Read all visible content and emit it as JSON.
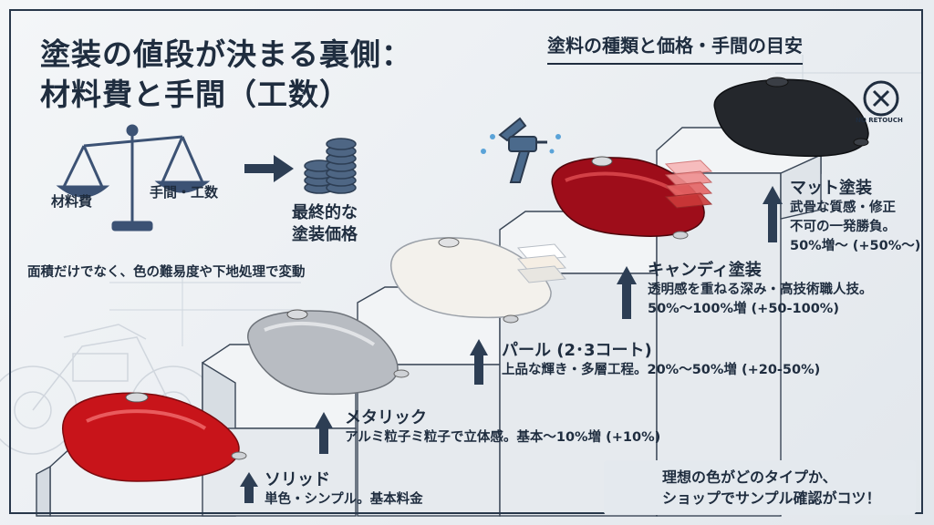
{
  "title": {
    "line1": "塗装の値段が決まる裏側：",
    "line2": "材料費と手間（工数）"
  },
  "subtitle": "塗料の種類と価格・手間の目安",
  "scale": {
    "left_label": "材料費",
    "right_label": "手間・工数"
  },
  "result": {
    "line1": "最終的な",
    "line2": "塗装価格"
  },
  "note": "面積だけでなく、色の難易度や下地処理で変動",
  "tiers": [
    {
      "name": "ソリッド",
      "desc1": "単色・シンプル。基本料金",
      "desc2": ""
    },
    {
      "name": "メタリック",
      "desc1": "アルミ粒子ミ粒子で立体感。基本〜10%増 (+10%)",
      "desc2": ""
    },
    {
      "name": "パール (2･3コート)",
      "desc1": "上品な輝き・多層工程。20%〜50%増 (+20-50%)",
      "desc2": ""
    },
    {
      "name": "キャンディ塗装",
      "desc1": "透明感を重ねる深み・高技術職人技。",
      "desc2": "50%〜100%増 (+50-100%)"
    },
    {
      "name": "マット塗装",
      "desc1": "武骨な質感・修正",
      "desc2": "不可の一発勝負。",
      "desc3": "50%増〜 (+50%〜)"
    }
  ],
  "badge": "NO RETOUCH",
  "tip": {
    "line1": "理想の色がどのタイプか、",
    "line2": "ショップでサンプル確認がコツ！"
  },
  "colors": {
    "navy": "#1f2d3f",
    "red": "#c8141a",
    "silver": "#b8bcc2",
    "pearl": "#f3f1ec",
    "candy": "#9e0d1a",
    "matte": "#24272c"
  },
  "icons": [
    "balance-scale-icon",
    "right-arrow-icon",
    "coin-stack-icon",
    "spray-gun-icon",
    "up-arrow-icon",
    "layers-icon",
    "no-retouch-icon",
    "magnifier-icon"
  ]
}
